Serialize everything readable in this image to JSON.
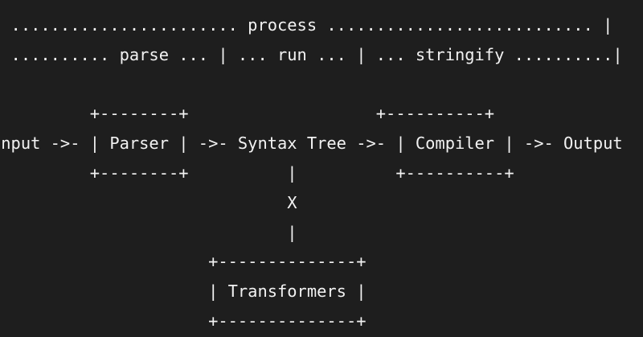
{
  "diagram": {
    "lines": [
      "| ....................... process ........................... |",
      "| .......... parse ... | ... run ... | ... stringify ..........|",
      "",
      "          +--------+                   +----------+",
      "Input ->- | Parser | ->- Syntax Tree ->- | Compiler | ->- Output",
      "          +--------+          |          +----------+",
      "                              X",
      "                              |",
      "                      +--------------+",
      "                      | Transformers |",
      "                      +--------------+"
    ]
  },
  "colors": {
    "background": "#1e1e1e",
    "text": "#f2f2f2"
  }
}
